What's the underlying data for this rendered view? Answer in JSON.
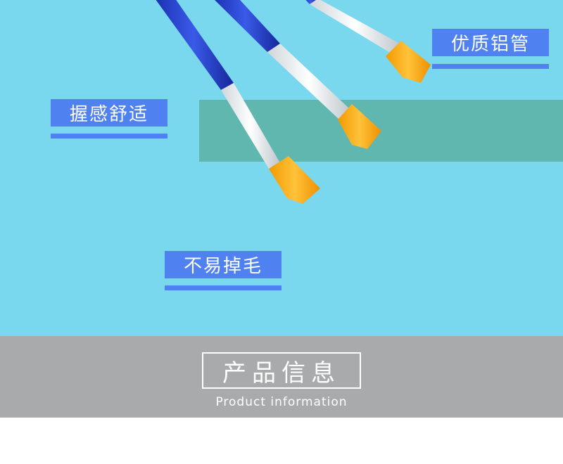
{
  "tags": {
    "aluminum": "优质铝管",
    "grip": "握感舒适",
    "bristles": "不易掉毛"
  },
  "info": {
    "title": "产品信息",
    "subtitle": "Product information"
  },
  "colors": {
    "background": "#79d7ee",
    "band": "#5fb7b0",
    "tag": "#4f81f0",
    "info_bar": "#a8aaab",
    "handle": "#1f3fc4",
    "bristle": "#f7a800"
  }
}
